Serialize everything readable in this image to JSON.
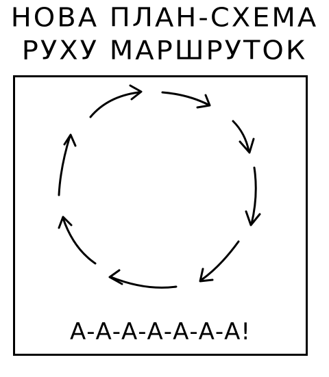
{
  "title": {
    "line1": "НОВА ПЛАН-СХЕМА",
    "line2": "РУХУ МАРШРУТОК"
  },
  "diagram": {
    "shout_text": "А-А-А-А-А-А-А!",
    "arrow_count": 8,
    "stroke_color": "#000000",
    "background_color": "#ffffff"
  }
}
